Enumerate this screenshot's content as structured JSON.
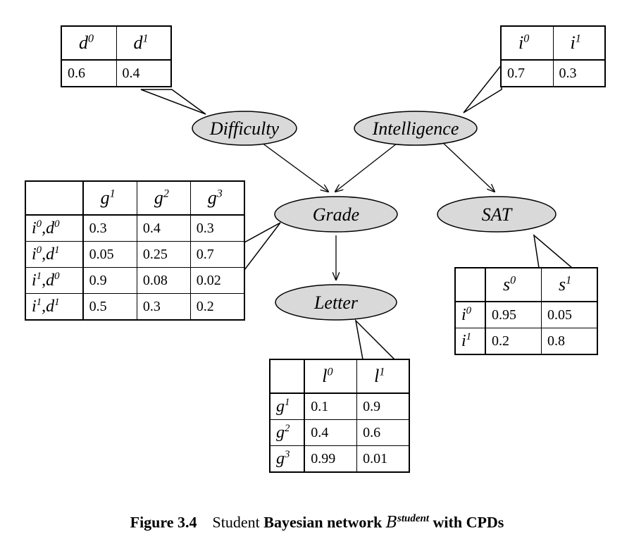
{
  "nodes": {
    "difficulty": "Difficulty",
    "intelligence": "Intelligence",
    "grade": "Grade",
    "sat": "SAT",
    "letter": "Letter"
  },
  "cpd_difficulty": {
    "cols": [
      "d0",
      "d1"
    ],
    "values": [
      "0.6",
      "0.4"
    ]
  },
  "cpd_intelligence": {
    "cols": [
      "i0",
      "i1"
    ],
    "values": [
      "0.7",
      "0.3"
    ]
  },
  "cpd_grade": {
    "cols": [
      "g1",
      "g2",
      "g3"
    ],
    "rows": [
      {
        "label": "i0,d0",
        "values": [
          "0.3",
          "0.4",
          "0.3"
        ]
      },
      {
        "label": "i0,d1",
        "values": [
          "0.05",
          "0.25",
          "0.7"
        ]
      },
      {
        "label": "i1,d0",
        "values": [
          "0.9",
          "0.08",
          "0.02"
        ]
      },
      {
        "label": "i1,d1",
        "values": [
          "0.5",
          "0.3",
          "0.2"
        ]
      }
    ]
  },
  "cpd_sat": {
    "cols": [
      "s0",
      "s1"
    ],
    "rows": [
      {
        "label": "i0",
        "values": [
          "0.95",
          "0.05"
        ]
      },
      {
        "label": "i1",
        "values": [
          "0.2",
          "0.8"
        ]
      }
    ]
  },
  "cpd_letter": {
    "cols": [
      "l0",
      "l1"
    ],
    "rows": [
      {
        "label": "g1",
        "values": [
          "0.1",
          "0.9"
        ]
      },
      {
        "label": "g2",
        "values": [
          "0.4",
          "0.6"
        ]
      },
      {
        "label": "g3",
        "values": [
          "0.99",
          "0.01"
        ]
      }
    ]
  },
  "caption": {
    "figure": "Figure 3.4",
    "student": "Student",
    "bold_text": "Bayesian network",
    "symbol": "B",
    "superscript": "student",
    "suffix": "with CPDs"
  },
  "colors": {
    "node_fill": "#d9d9d9",
    "stroke": "#000000"
  }
}
